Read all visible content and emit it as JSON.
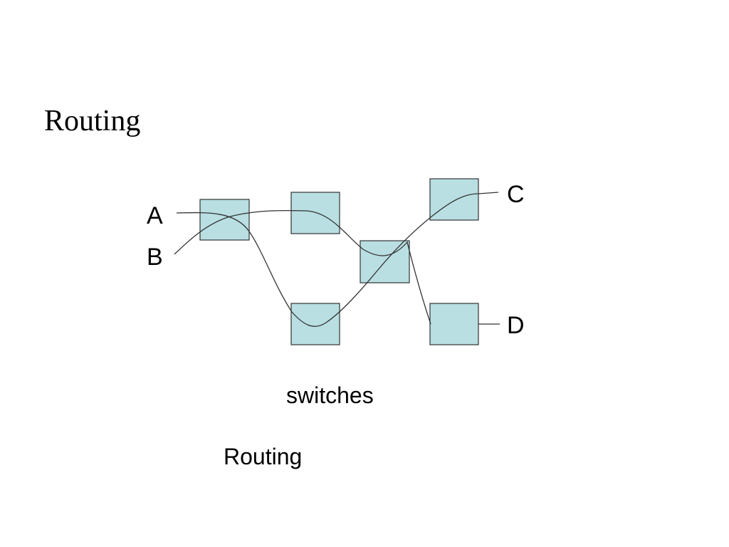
{
  "slide": {
    "title": "Routing"
  },
  "diagram": {
    "endpoints": {
      "a": "A",
      "b": "B",
      "c": "C",
      "d": "D"
    },
    "switches_label": "switches",
    "caption": "Routing",
    "colors": {
      "switch_fill": "#b9dfe3",
      "switch_stroke": "#333333",
      "line": "#333333"
    }
  }
}
